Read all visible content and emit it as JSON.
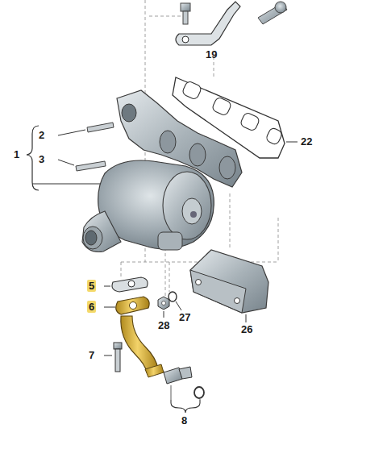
{
  "diagram": {
    "labels": [
      "19",
      "2",
      "1",
      "22",
      "3",
      "5",
      "6",
      "28",
      "27",
      "26",
      "7",
      "8"
    ]
  }
}
